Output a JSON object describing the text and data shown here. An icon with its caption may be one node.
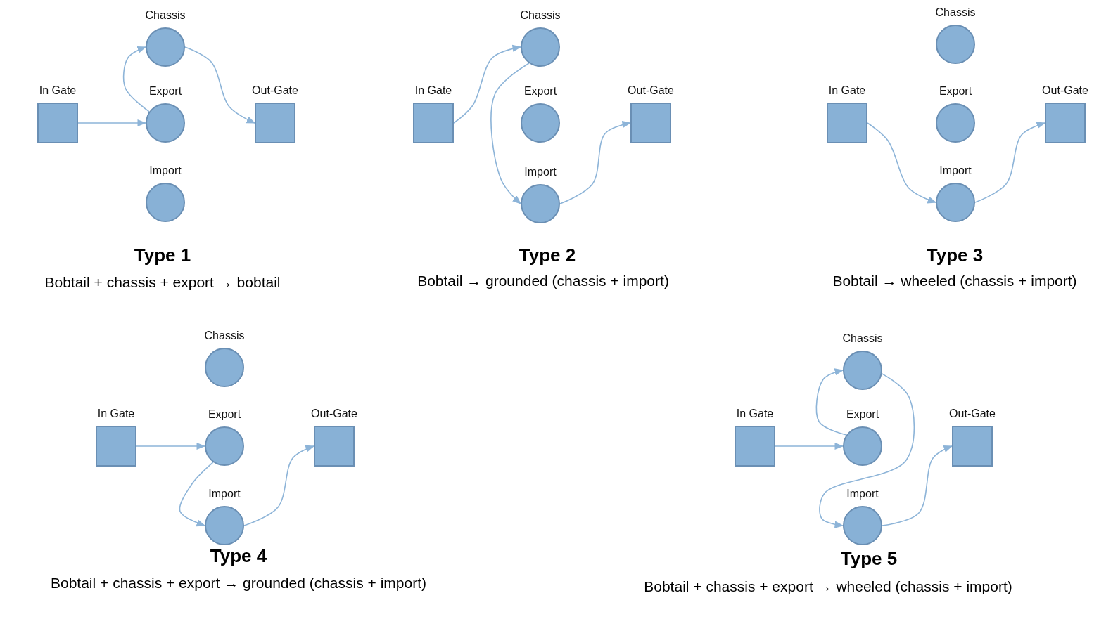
{
  "diagram": {
    "nodes": [
      {
        "text": [
          "Chassis"
        ]
      },
      {
        "text": [
          "In Gate"
        ]
      },
      {
        "text": [
          "Export"
        ]
      },
      {
        "text": [
          "Out-Gate"
        ]
      },
      {
        "text": [
          "Import"
        ]
      },
      {
        "text": [
          "Chassis"
        ]
      },
      {
        "text": [
          "In Gate"
        ]
      },
      {
        "text": [
          "Export"
        ]
      },
      {
        "text": [
          "Out-Gate"
        ]
      },
      {
        "text": [
          "Import"
        ]
      },
      {
        "text": [
          "Chassis"
        ]
      },
      {
        "text": [
          "In Gate"
        ]
      },
      {
        "text": [
          "Export"
        ]
      },
      {
        "text": [
          "Out-Gate"
        ]
      },
      {
        "text": [
          "Import"
        ]
      },
      {
        "text": [
          "Chassis"
        ]
      },
      {
        "text": [
          "In Gate"
        ]
      },
      {
        "text": [
          "Export"
        ]
      },
      {
        "text": [
          "Out-Gate"
        ]
      },
      {
        "text": [
          "Import"
        ]
      },
      {
        "text": [
          "Chassis"
        ]
      },
      {
        "text": [
          "In Gate"
        ]
      },
      {
        "text": [
          "Export"
        ]
      },
      {
        "text": [
          "Out-Gate"
        ]
      },
      {
        "text": [
          "Import"
        ]
      }
    ],
    "edges": [
      {
        "from": 1,
        "to": 2,
        "arrow": "to"
      },
      {
        "from": 2,
        "to": 0,
        "arrow": "to"
      },
      {
        "from": 0,
        "to": 3,
        "arrow": "to"
      },
      {
        "from": 6,
        "to": 5,
        "arrow": "to"
      },
      {
        "from": 5,
        "to": 9,
        "arrow": "to"
      },
      {
        "from": 9,
        "to": 8,
        "arrow": "to"
      },
      {
        "from": 11,
        "to": 14,
        "arrow": "to"
      },
      {
        "from": 14,
        "to": 13,
        "arrow": "to"
      },
      {
        "from": 16,
        "to": 17,
        "arrow": "to"
      },
      {
        "from": 17,
        "to": 19,
        "arrow": "to"
      },
      {
        "from": 19,
        "to": 18,
        "arrow": "to"
      },
      {
        "from": 21,
        "to": 22,
        "arrow": "to"
      },
      {
        "from": 22,
        "to": 20,
        "arrow": "to"
      },
      {
        "from": 20,
        "to": 24,
        "arrow": "to"
      },
      {
        "from": 24,
        "to": 23,
        "arrow": "to"
      }
    ],
    "labels": [
      "Type 1",
      "Bobtail + chassis + export → bobtail",
      "Type 2",
      "Bobtail → grounded (chassis + import)",
      "Type 3",
      "Bobtail → wheeled (chassis + import)",
      "Type 4",
      "Bobtail + chassis + export → grounded (chassis + import)",
      "Type 5",
      "Bobtail + chassis + export → wheeled (chassis + import)"
    ]
  }
}
